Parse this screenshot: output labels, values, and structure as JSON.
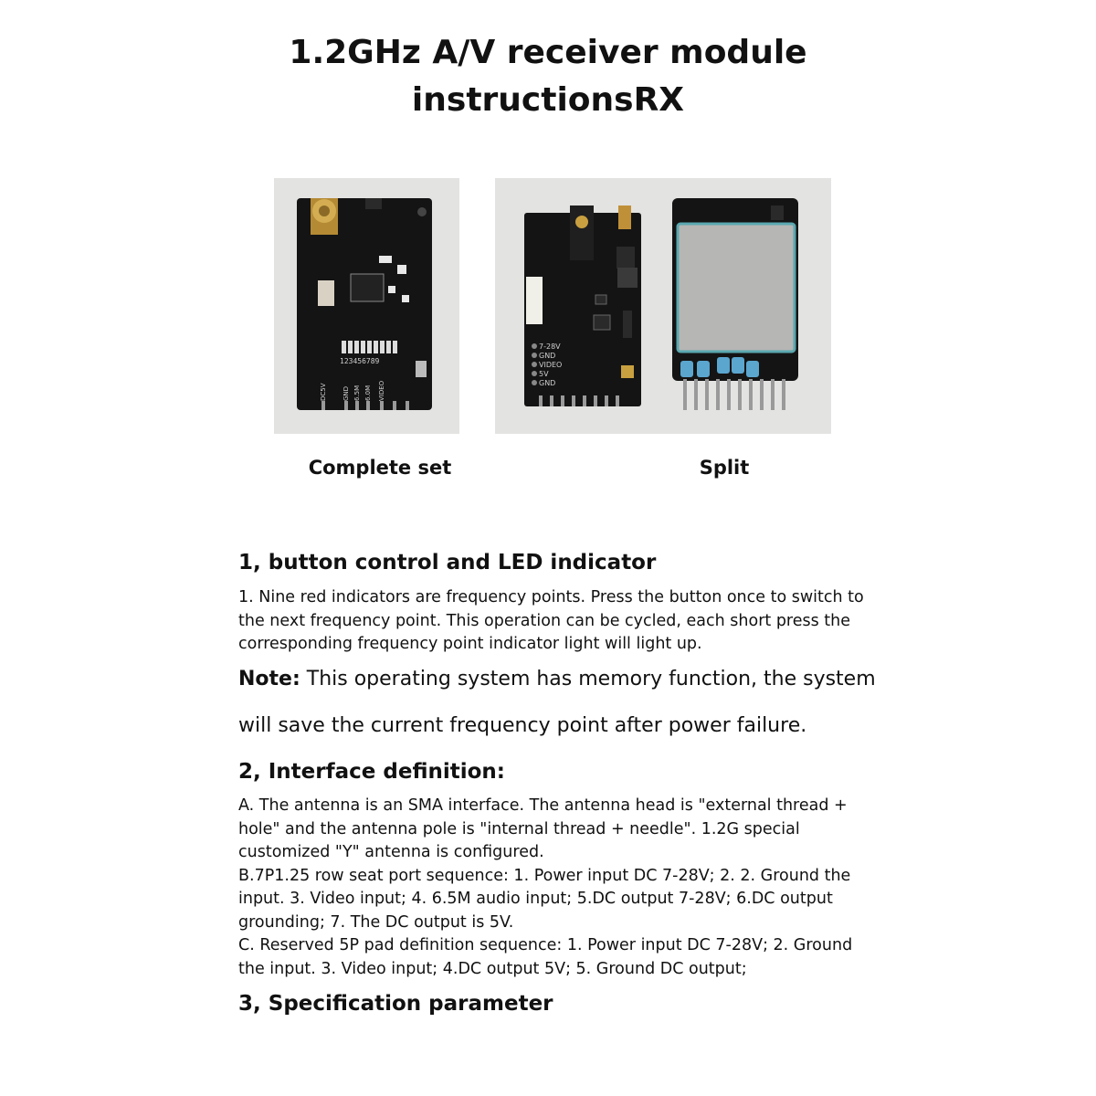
{
  "title": {
    "line1": "1.2GHz A/V receiver module",
    "line2": "instructionsRX"
  },
  "photos": {
    "complete_set_caption": "Complete set",
    "split_caption": "Split",
    "complete_board_silk": {
      "pins": "123456789",
      "pin_labels": [
        "DC5V",
        "GND",
        "6.5M",
        "6.0M",
        "VIDEO"
      ]
    },
    "split_board_silk": {
      "pad_labels": [
        "7-28V",
        "GND",
        "VIDEO",
        "5V",
        "GND"
      ]
    }
  },
  "section1": {
    "heading": "1, button control and LED indicator",
    "paragraph": "1. Nine red indicators are frequency points. Press the button once to switch to the next frequency point. This operation can be cycled, each short press the corresponding frequency point indicator light will light up.",
    "note_label": "Note:",
    "note_text": " This operating system has memory function, the system will save the current frequency point after power failure."
  },
  "section2": {
    "heading": "2, Interface definition:",
    "lines": [
      "A. The antenna is an SMA interface. The antenna head is \"external thread + hole\" and the antenna pole is \"internal thread + needle\". 1.2G special customized \"Y\" antenna is configured.",
      "B.7P1.25 row seat port sequence: 1. Power input DC 7-28V; 2. 2. Ground the input. 3. Video input; 4. 6.5M audio input; 5.DC output 7-28V; 6.DC output grounding; 7. The DC output is 5V.",
      "C. Reserved 5P pad definition sequence: 1. Power input DC 7-28V; 2. Ground the input. 3. Video input; 4.DC output 5V; 5. Ground DC output;"
    ]
  },
  "section3": {
    "heading": "3, Specification parameter"
  },
  "colors": {
    "pcb": "#141414",
    "photo_bg": "#e3e3e1",
    "gold": "#c9a040",
    "shield": "#b6b6b4",
    "cap_blue": "#5aa6cf"
  }
}
